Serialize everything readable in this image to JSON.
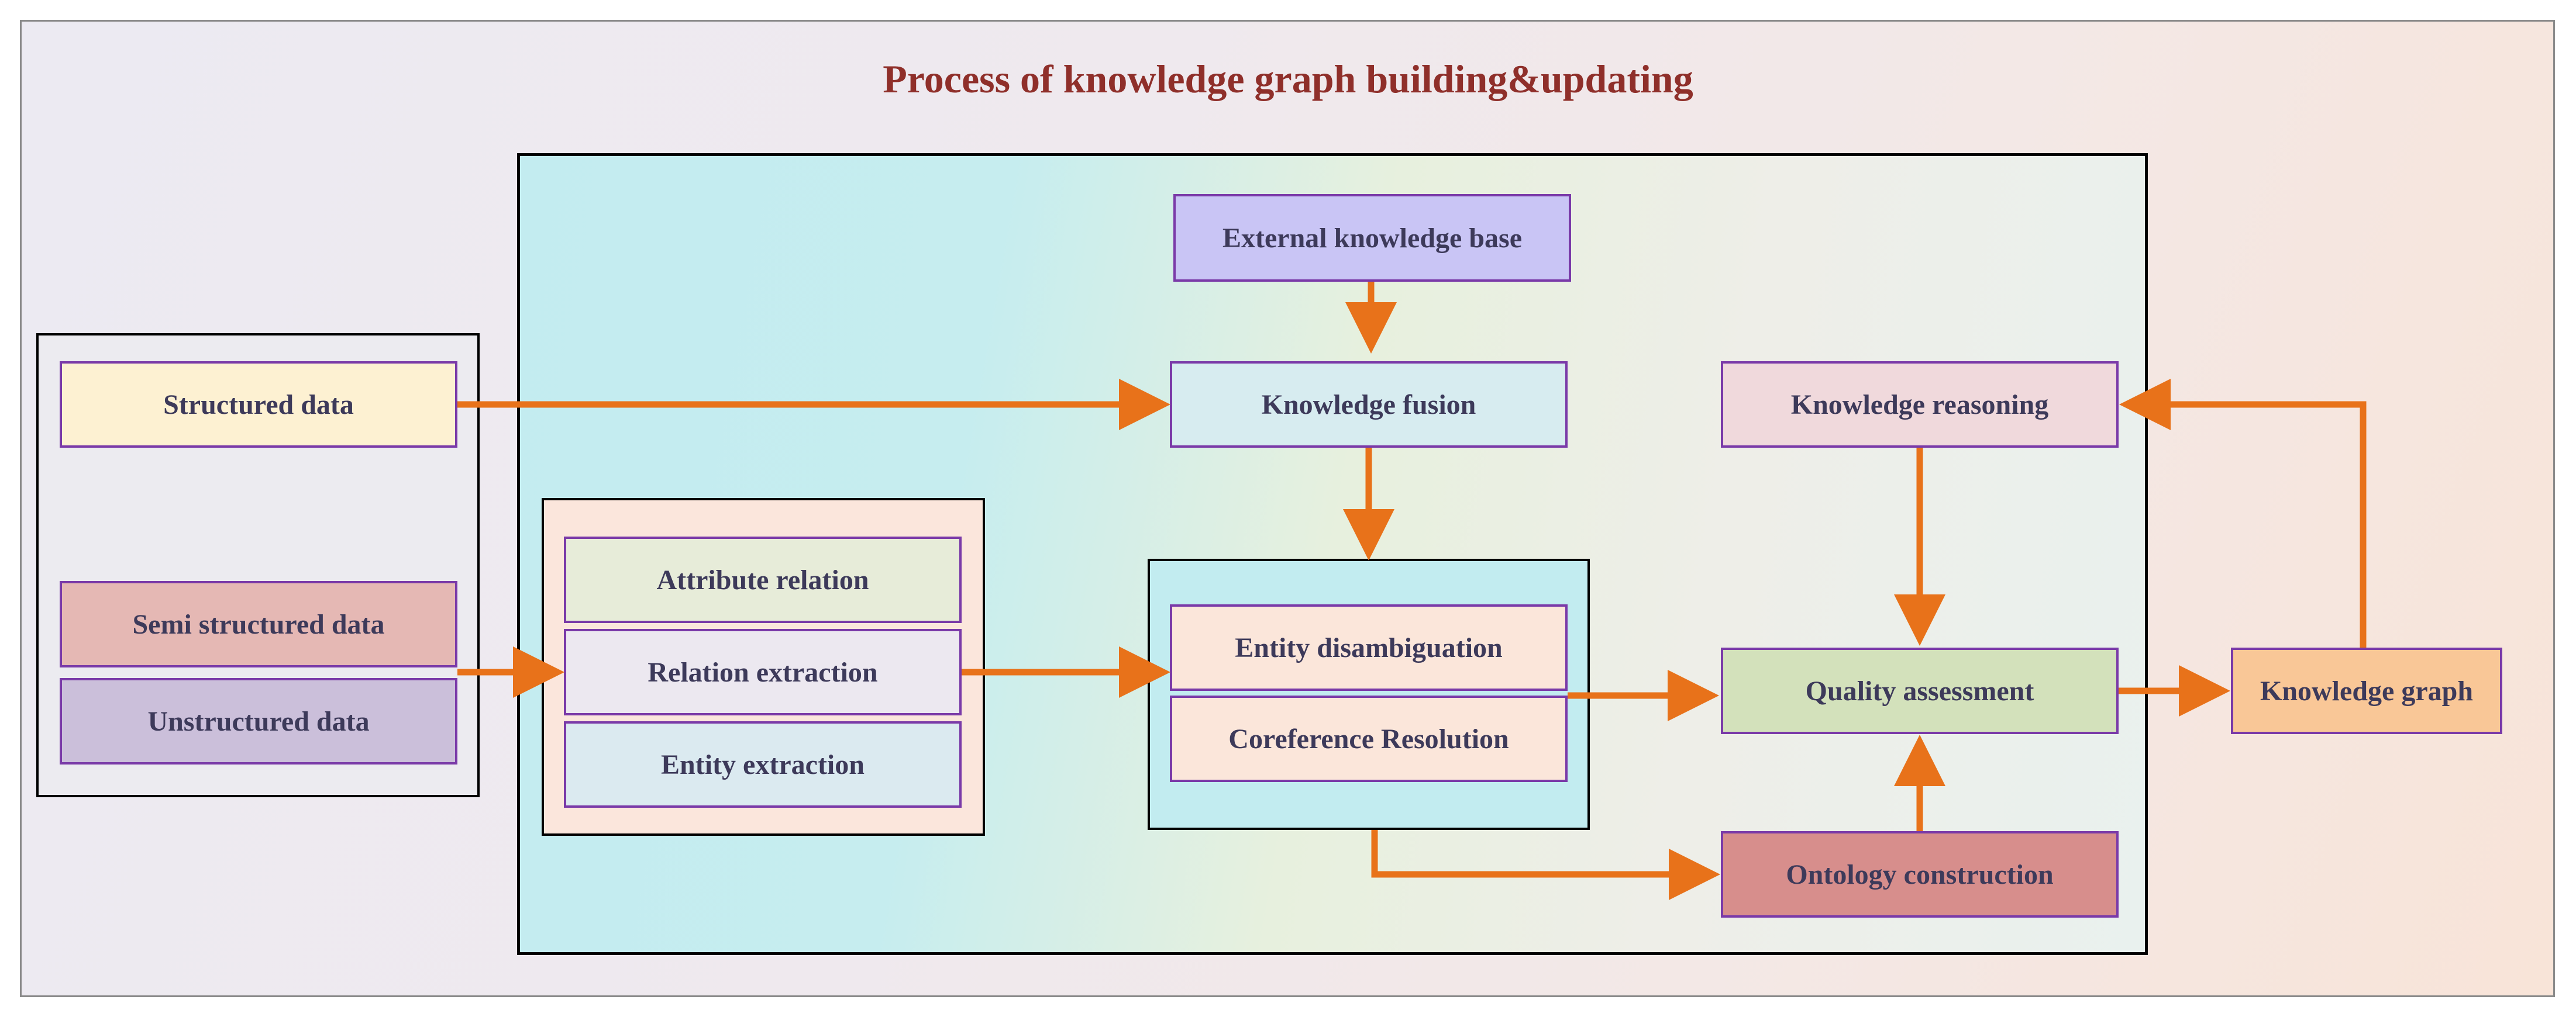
{
  "title": "Process of knowledge graph building&updating",
  "colors": {
    "arrow": "#e8721a",
    "box_border": "#7a3aa8",
    "title": "#8f2f2a"
  },
  "nodes": {
    "structured": {
      "label": "Structured data",
      "color": "#fdf1d2"
    },
    "semi_structured": {
      "label": "Semi structured data",
      "color": "#e5b8b4"
    },
    "unstructured": {
      "label": "Unstructured data",
      "color": "#cbbfda"
    },
    "attribute_relation": {
      "label": "Attribute relation",
      "color": "#e7ecd9"
    },
    "relation_extraction": {
      "label": "Relation extraction",
      "color": "#ece8f0"
    },
    "entity_extraction": {
      "label": "Entity extraction",
      "color": "#dbeaf0"
    },
    "external_kb": {
      "label": "External knowledge base",
      "color": "#c9c5f5"
    },
    "knowledge_fusion": {
      "label": "Knowledge fusion",
      "color": "#d7ecf0"
    },
    "entity_disambiguation": {
      "label": "Entity disambiguation",
      "color": "#fbe6da"
    },
    "coreference_resolution": {
      "label": "Coreference Resolution",
      "color": "#fbe6da"
    },
    "knowledge_reasoning": {
      "label": "Knowledge reasoning",
      "color": "#f0d9dc"
    },
    "quality_assessment": {
      "label": "Quality assessment",
      "color": "#d3e1bb"
    },
    "ontology_construction": {
      "label": "Ontology construction",
      "color": "#d78e8c"
    },
    "knowledge_graph": {
      "label": "Knowledge graph",
      "color": "#f9c797"
    }
  },
  "edges": [
    {
      "from": "structured",
      "to": "knowledge_fusion"
    },
    {
      "from": "semi_structured",
      "to": "relation_extraction"
    },
    {
      "from": "relation_extraction",
      "to": "entity_disambiguation"
    },
    {
      "from": "external_kb",
      "to": "knowledge_fusion"
    },
    {
      "from": "knowledge_fusion",
      "to": "entity_disambiguation"
    },
    {
      "from": "entity_disambiguation",
      "to": "quality_assessment"
    },
    {
      "from": "coreference_resolution",
      "to": "ontology_construction"
    },
    {
      "from": "knowledge_reasoning",
      "to": "quality_assessment"
    },
    {
      "from": "ontology_construction",
      "to": "quality_assessment"
    },
    {
      "from": "quality_assessment",
      "to": "knowledge_graph"
    },
    {
      "from": "knowledge_graph",
      "to": "knowledge_reasoning"
    }
  ]
}
